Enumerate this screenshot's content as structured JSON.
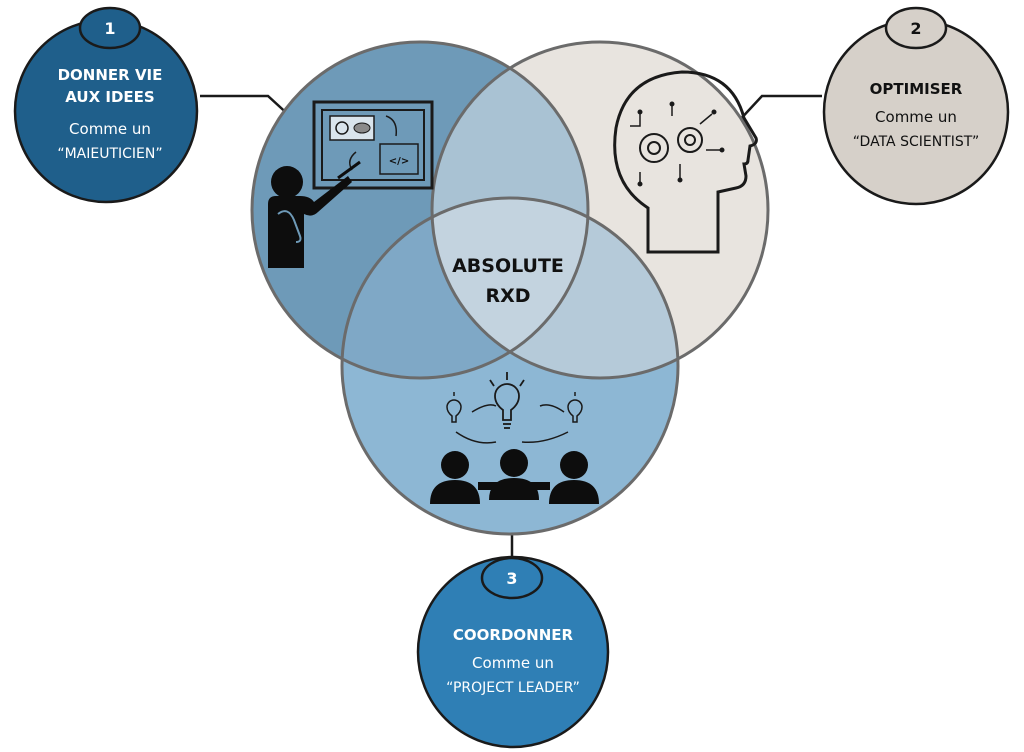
{
  "center": {
    "line1": "ABSOLUTE",
    "line2": "RXD"
  },
  "nodes": [
    {
      "number": "1",
      "title_line1": "DONNER VIE",
      "title_line2": "AUX IDEES",
      "subtitle": "Comme un",
      "role": "“MAIEUTICIEN”",
      "color": "#1f5f8b"
    },
    {
      "number": "2",
      "title_line1": "OPTIMISER",
      "subtitle": "Comme un",
      "role": "“DATA SCIENTIST”",
      "color": "#d6d0c9"
    },
    {
      "number": "3",
      "title_line1": "COORDONNER",
      "subtitle": "Comme un",
      "role": "“PROJECT LEADER”",
      "color": "#2f7fb5"
    }
  ],
  "icons": {
    "board": "</>",
    "circle1": "presenter-icon",
    "circle2": "brain-gears-icon",
    "circle3": "team-ideas-icon"
  },
  "colors": {
    "circle1": "#6e9ab8",
    "circle2": "#e8e4df",
    "circle3": "#8db7d4",
    "overlap12": "#a9c2d3",
    "overlap13": "#7fa8c6",
    "overlap23": "#b5cad9",
    "center": "#c3d3df",
    "stroke": "#6b6b6b"
  }
}
